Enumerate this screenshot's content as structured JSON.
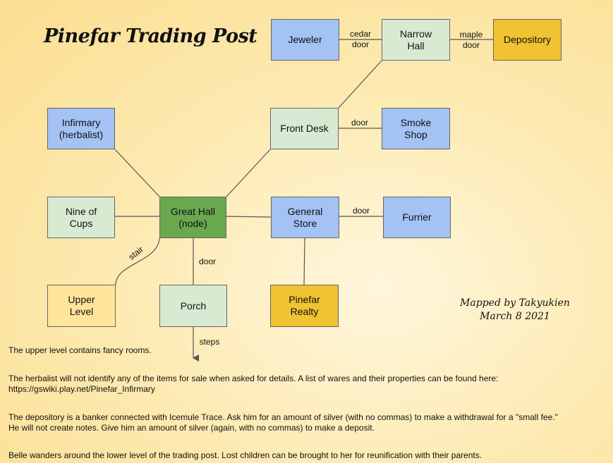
{
  "title": "Pinefar Trading Post",
  "credit": {
    "line1": "Mapped by Takyukien",
    "line2": "March 8 2021"
  },
  "colors": {
    "shop": "#a4c2f4",
    "room": "#d9ead3",
    "bank": "#f1c232",
    "upper": "#ffe599",
    "node": "#6aa84f"
  },
  "rooms": {
    "jeweler": "Jeweler",
    "narrow_hall": "Narrow\nHall",
    "depository": "Depository",
    "infirmary": "Infirmary\n(herbalist)",
    "front_desk": "Front Desk",
    "smoke_shop": "Smoke\nShop",
    "nine_of_cups": "Nine of\nCups",
    "great_hall": "Great Hall\n(node)",
    "general_store": "General\nStore",
    "furrier": "Furrier",
    "upper_level": "Upper\nLevel",
    "porch": "Porch",
    "pinefar_realty": "Pinefar\nRealty"
  },
  "link_labels": {
    "cedar_door": "cedar\ndoor",
    "maple_door": "maple\ndoor",
    "front_desk_smoke": "door",
    "general_furrier": "door",
    "porch_door": "door",
    "stair": "stair",
    "steps": "steps"
  },
  "notes": {
    "upper": "The upper level contains fancy rooms.",
    "herbalist": "The herbalist will not identify any of the items for sale when asked for details. A list of wares and their properties can be found here:\nhttps://gswiki.play.net/Pinefar_Infirmary",
    "depository": "The depository is a banker connected with Icemule Trace. Ask him for an amount of silver (with no commas) to make a withdrawal for a \"small fee.\"\nHe will not create notes. Give him an amount of silver (again, with no commas) to make a deposit.",
    "belle": "Belle wanders around the lower level of the trading post. Lost children can be brought to her for reunification with their parents."
  }
}
